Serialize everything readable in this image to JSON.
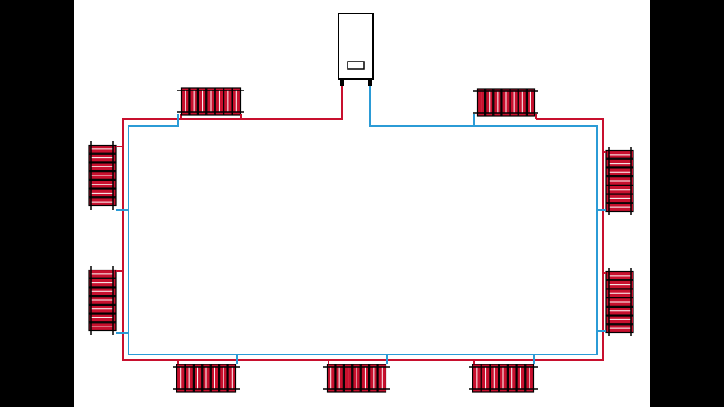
{
  "colors": {
    "background": "#000000",
    "canvas": "#ffffff",
    "supply_pipe": "#c8102e",
    "return_pipe": "#2b9bd6",
    "radiator_fill": "#c8102e",
    "outline": "#000000"
  },
  "diagram": {
    "boiler": {
      "icon": "wall-boiler-icon"
    },
    "radiators": [
      {
        "id": "top-left",
        "orientation": "horizontal"
      },
      {
        "id": "top-right",
        "orientation": "horizontal"
      },
      {
        "id": "left-upper",
        "orientation": "vertical"
      },
      {
        "id": "left-lower",
        "orientation": "vertical"
      },
      {
        "id": "right-upper",
        "orientation": "vertical"
      },
      {
        "id": "right-lower",
        "orientation": "vertical"
      },
      {
        "id": "bottom-left",
        "orientation": "horizontal"
      },
      {
        "id": "bottom-center",
        "orientation": "horizontal"
      },
      {
        "id": "bottom-right",
        "orientation": "horizontal"
      }
    ]
  }
}
